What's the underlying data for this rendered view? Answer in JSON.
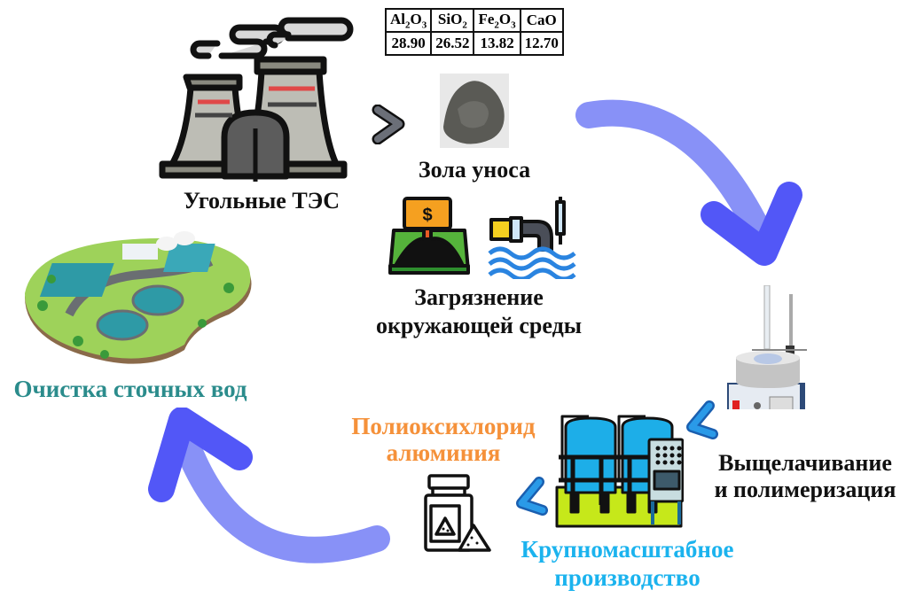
{
  "title": "Fly ash to polyaluminium chloride process cycle",
  "composition_table": {
    "headers": [
      {
        "base1": "Al",
        "sub1": "2",
        "base2": "O",
        "sub2": "3"
      },
      {
        "base1": "SiO",
        "sub1": "2",
        "base2": "",
        "sub2": ""
      },
      {
        "base1": "Fe",
        "sub1": "2",
        "base2": "O",
        "sub2": "3"
      },
      {
        "base1": "CaO",
        "sub1": "",
        "base2": "",
        "sub2": ""
      }
    ],
    "values": [
      "28.90",
      "26.52",
      "13.82",
      "12.70"
    ]
  },
  "nodes": {
    "power_plant": {
      "label": "Угольные ТЭС",
      "icon": "power-plant-icon"
    },
    "fly_ash": {
      "label": "Зола уноса",
      "icon": "fly-ash-photo"
    },
    "pollution": {
      "label_line1": "Загрязнение",
      "label_line2": "окружающей среды",
      "icons": [
        "land-pollution-icon",
        "water-pollution-icon"
      ]
    },
    "leaching": {
      "label_line1": "Выщелачивание",
      "label_line2": "и полимеризация",
      "icon": "lab-heating-mantle-icon"
    },
    "production": {
      "label_line1": "Крупномасштабное",
      "label_line2": "производство",
      "icon": "industrial-tanks-icon"
    },
    "pac": {
      "label_line1": "Полиоксихлорид",
      "label_line2": "алюминия",
      "icon": "powder-jar-icon"
    },
    "wastewater": {
      "label": "Очистка сточных вод",
      "icon": "wastewater-plant-icon"
    }
  },
  "colors": {
    "arrow_main": "#8891f7",
    "arrow_head": "#5257f7",
    "chevron_blue": "#2a9ae8",
    "pac_orange": "#f5913a",
    "production_cyan": "#1bb3ee",
    "wastewater_teal": "#2b8c8c",
    "text_dark": "#111111"
  }
}
